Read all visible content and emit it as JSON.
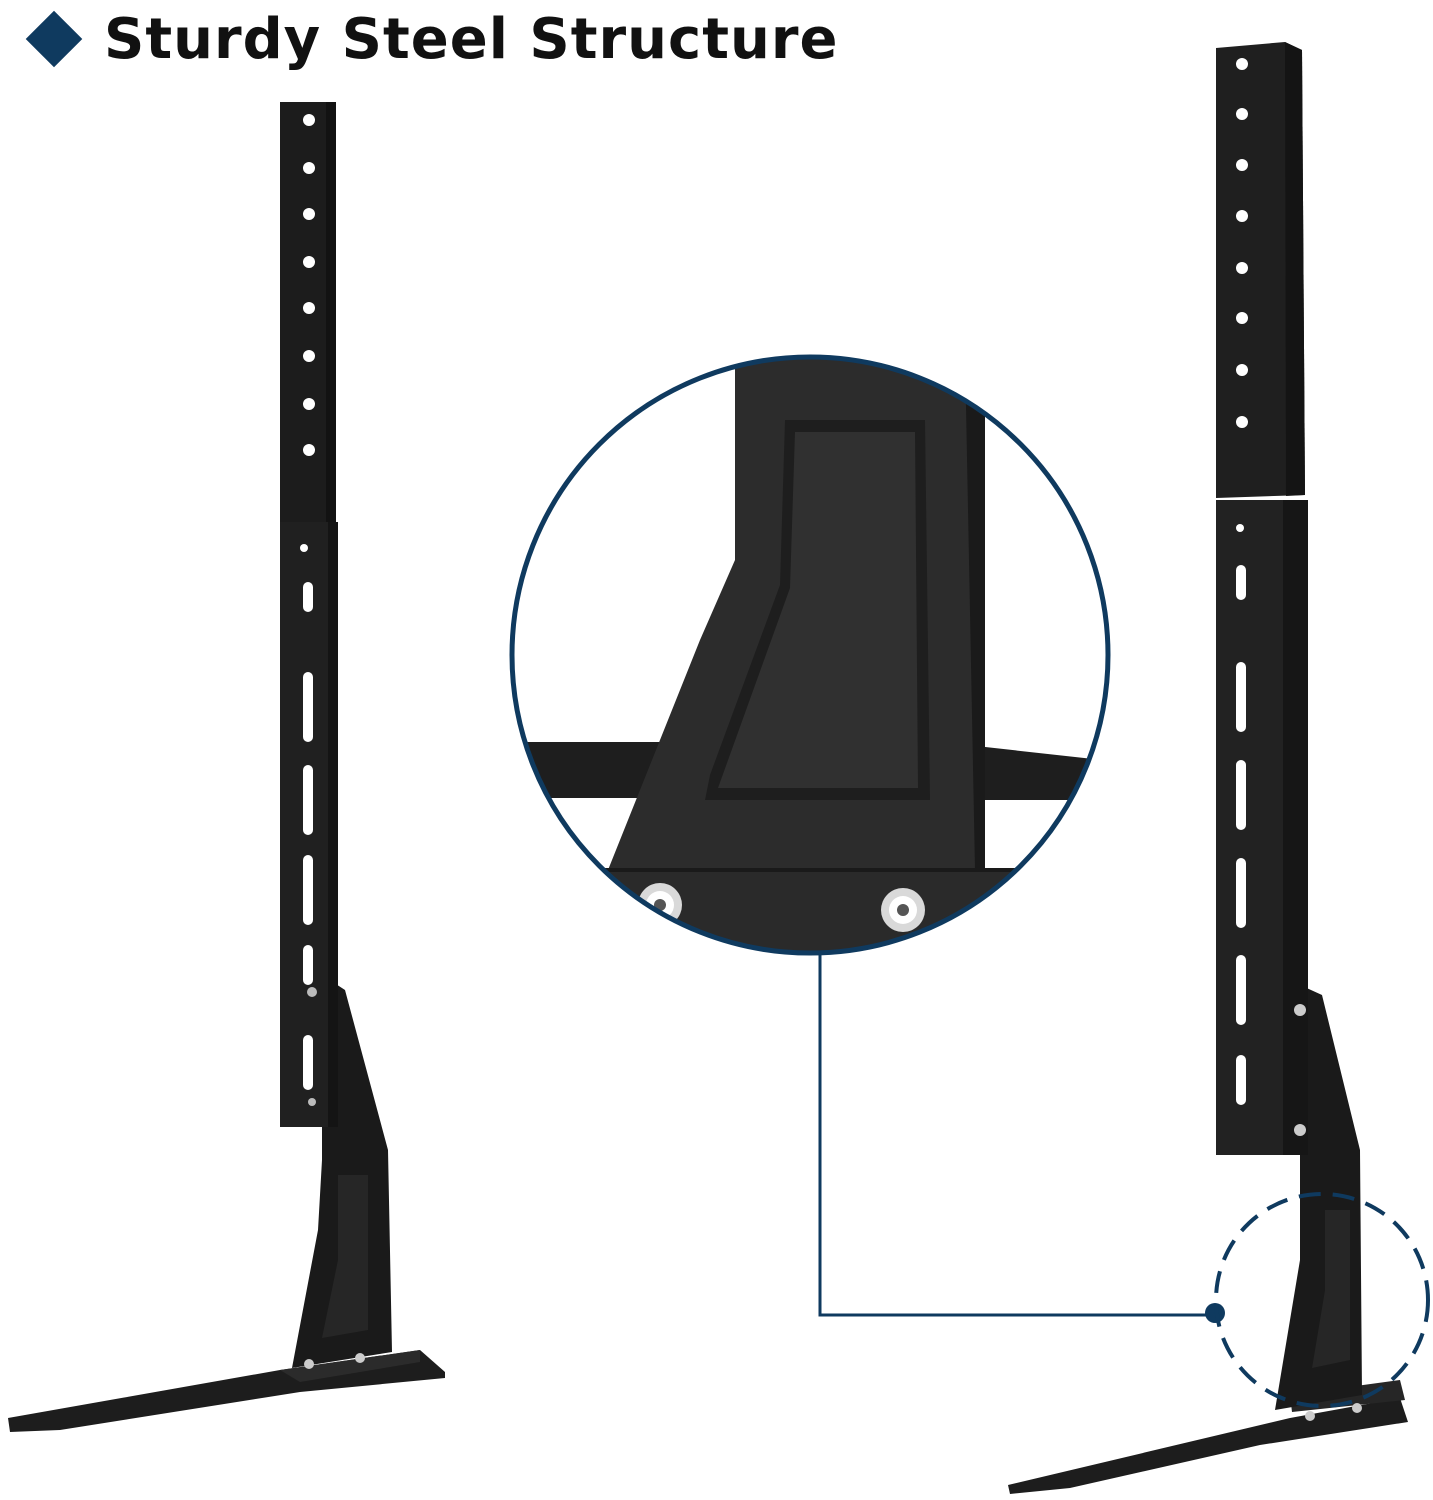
{
  "heading": {
    "title": "Sturdy Steel Structure",
    "bullet_icon": "diamond-icon"
  },
  "colors": {
    "accent": "#0f3a5f",
    "steel_dark": "#1b1b1b",
    "steel_mid": "#2a2a2a",
    "steel_light": "#3a3a3a",
    "hole": "#ffffff",
    "background": "#ffffff"
  },
  "images": {
    "left_stand": "tv-stand-leg-front-view",
    "right_stand": "tv-stand-leg-side-view",
    "zoom": "magnified-joint-detail"
  }
}
